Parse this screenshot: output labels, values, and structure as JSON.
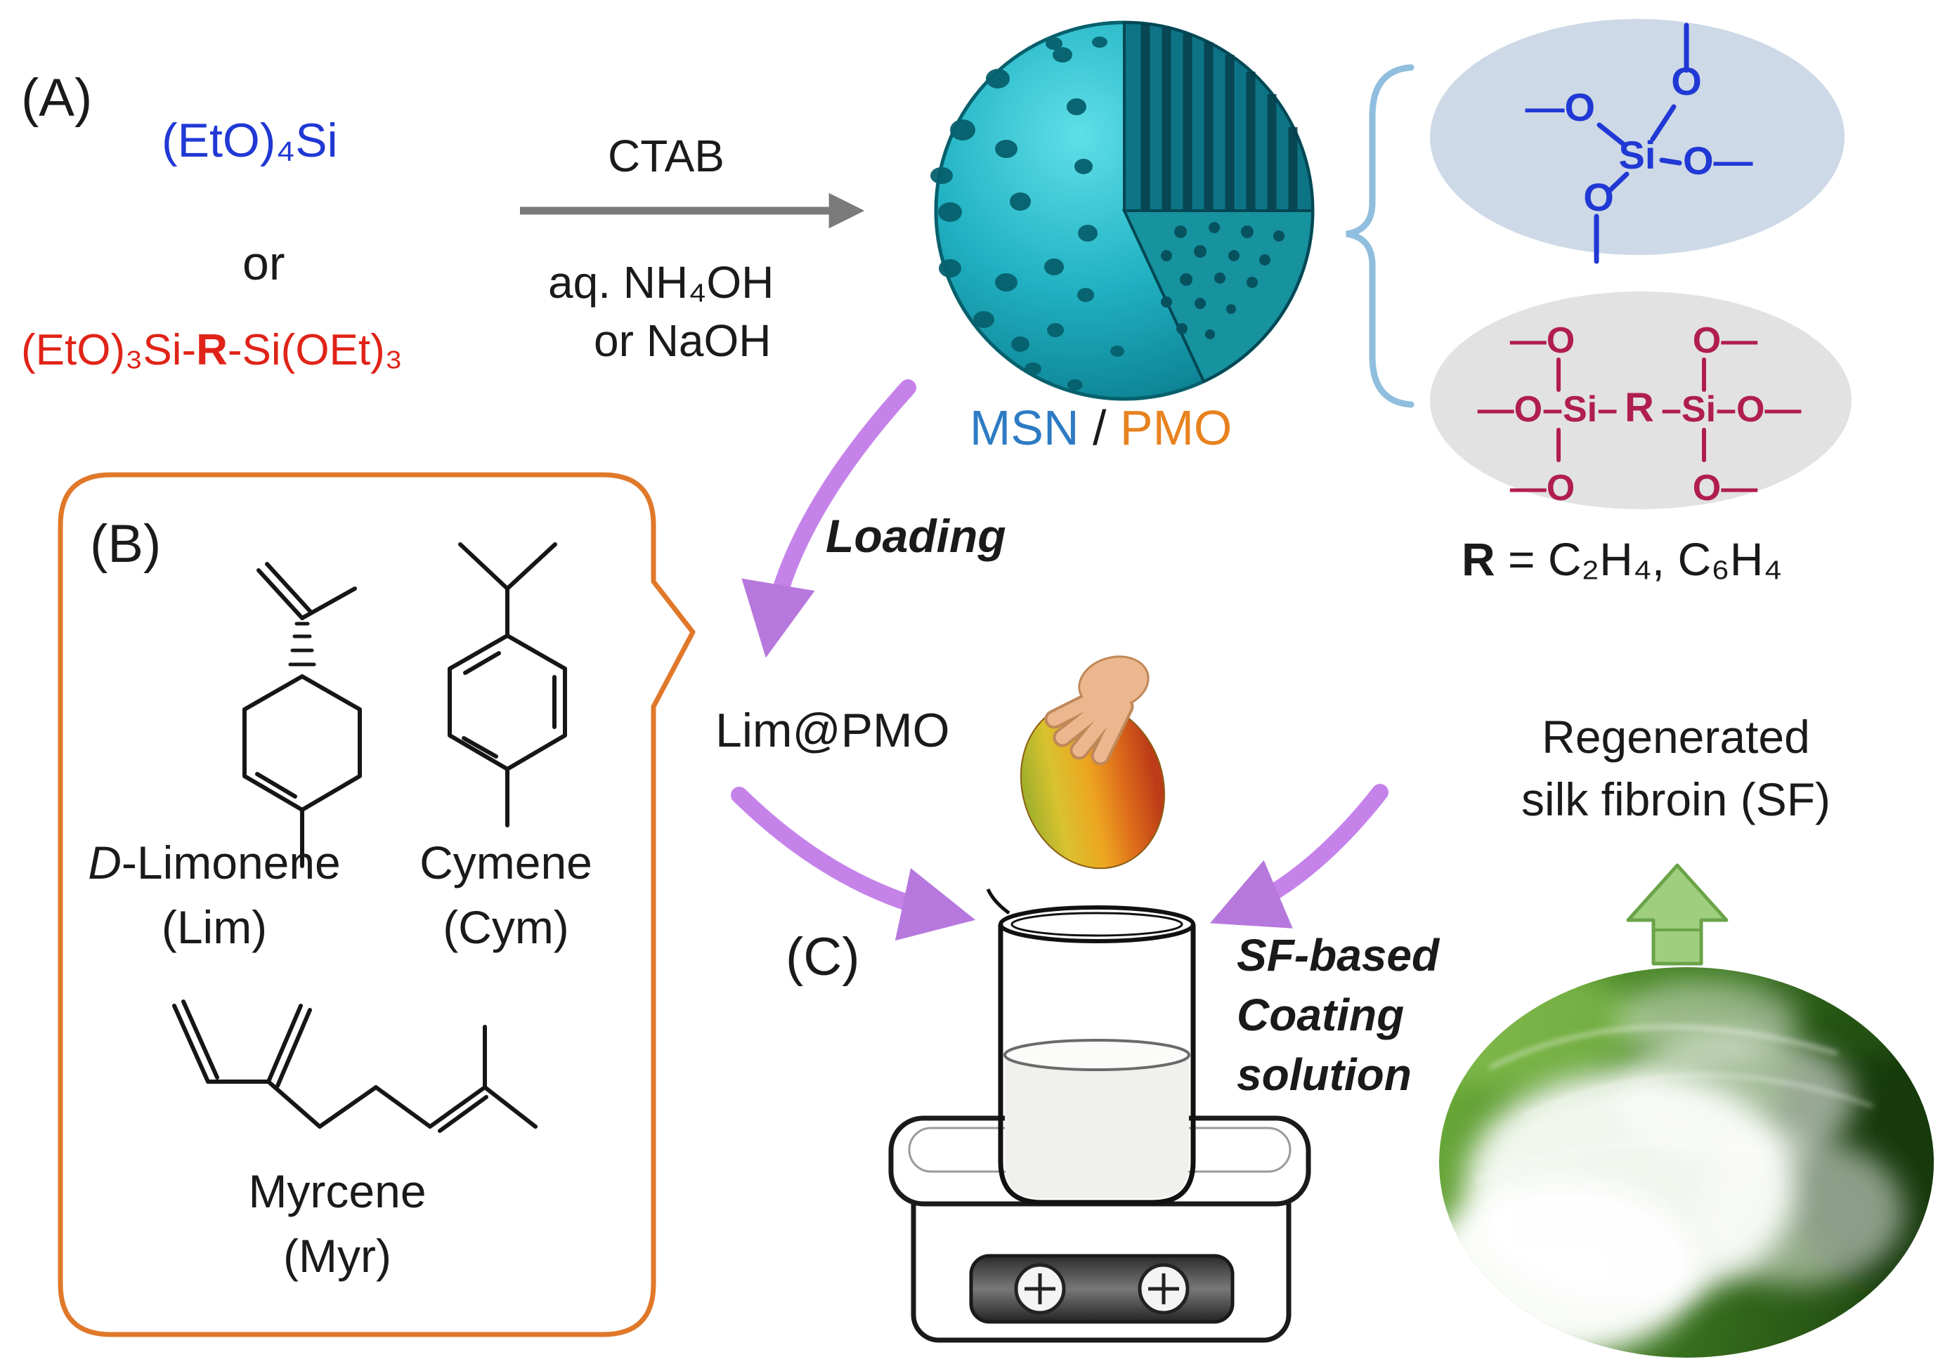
{
  "labels": {
    "panel_a": "(A)",
    "panel_b": "(B)",
    "panel_c": "(C)"
  },
  "panel_a": {
    "reagent_blue": "(EtO)₄Si",
    "or": "or",
    "reagent_red_pre": "(EtO)₃Si-",
    "reagent_red_r": "R",
    "reagent_red_post": "-Si(OEt)₃",
    "ctab": "CTAB",
    "base_line1": "aq. NH₄OH",
    "base_line2": "or NaOH",
    "msn": "MSN",
    "slash": " / ",
    "pmo": "PMO"
  },
  "silica_q4": {
    "si": "Si",
    "o_top": "O",
    "o_left": "—O",
    "o_right": "O—",
    "o_bottom": "O"
  },
  "pmo_network": {
    "top_left": "—O",
    "top_right": "O—",
    "mid_left": "—O–Si–",
    "r": "R",
    "mid_right": "–Si–O—",
    "bottom_left": "—O",
    "bottom_right": "O—"
  },
  "r_definition": {
    "r": "R",
    "rest": " = C₂H₄, C₆H₄"
  },
  "loading_label": "Loading",
  "lim_pmo_label": "Lim@PMO",
  "terpenes": {
    "limonene_d": "D",
    "limonene_name": "-Limonene",
    "limonene_abbr": "(Lim)",
    "cymene_name": "Cymene",
    "cymene_abbr": "(Cym)",
    "myrcene_name": "Myrcene",
    "myrcene_abbr": "(Myr)"
  },
  "silk": {
    "line1": "Regenerated",
    "line2": "silk fibroin (SF)"
  },
  "coating": {
    "line1": "SF-based",
    "line2": "Coating",
    "line3": "solution"
  },
  "colors": {
    "formula_blue": "#2038d4",
    "formula_red": "#e02318",
    "msn_blue": "#2e7bc4",
    "pmo_orange": "#e8821e",
    "pmo_network_maroon": "#b01e50",
    "sphere_teal": "#16aabb",
    "bubble_orange": "#e0782a",
    "arrow_purple": "#c583ea",
    "arrow_gray": "#7a7a7a",
    "arrow_green": "#9fcf7e",
    "brace_blue": "#8fbede"
  }
}
